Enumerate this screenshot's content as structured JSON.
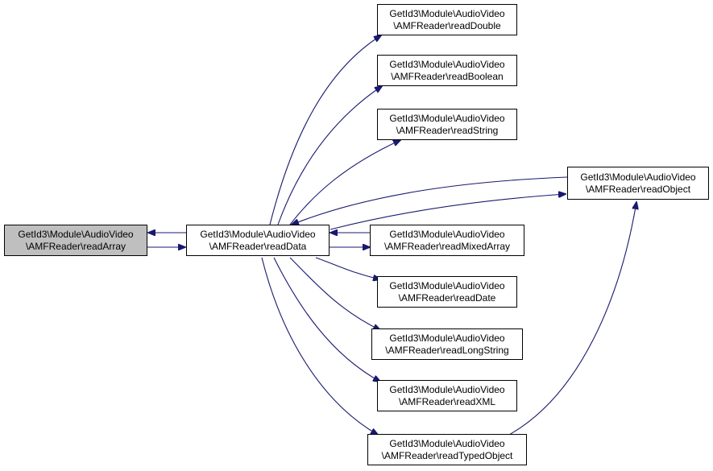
{
  "colors": {
    "edge": "#191970",
    "node_border": "#000000",
    "current_fill": "#bfbfbf",
    "node_fill": "#ffffff"
  },
  "nodes": {
    "readArray": {
      "line1": "GetId3\\Module\\AudioVideo",
      "line2": "\\AMFReader\\readArray"
    },
    "readData": {
      "line1": "GetId3\\Module\\AudioVideo",
      "line2": "\\AMFReader\\readData"
    },
    "readDouble": {
      "line1": "GetId3\\Module\\AudioVideo",
      "line2": "\\AMFReader\\readDouble"
    },
    "readBoolean": {
      "line1": "GetId3\\Module\\AudioVideo",
      "line2": "\\AMFReader\\readBoolean"
    },
    "readString": {
      "line1": "GetId3\\Module\\AudioVideo",
      "line2": "\\AMFReader\\readString"
    },
    "readObject": {
      "line1": "GetId3\\Module\\AudioVideo",
      "line2": "\\AMFReader\\readObject"
    },
    "readMixedArray": {
      "line1": "GetId3\\Module\\AudioVideo",
      "line2": "\\AMFReader\\readMixedArray"
    },
    "readDate": {
      "line1": "GetId3\\Module\\AudioVideo",
      "line2": "\\AMFReader\\readDate"
    },
    "readLongString": {
      "line1": "GetId3\\Module\\AudioVideo",
      "line2": "\\AMFReader\\readLongString"
    },
    "readXML": {
      "line1": "GetId3\\Module\\AudioVideo",
      "line2": "\\AMFReader\\readXML"
    },
    "readTypedObject": {
      "line1": "GetId3\\Module\\AudioVideo",
      "line2": "\\AMFReader\\readTypedObject"
    }
  }
}
